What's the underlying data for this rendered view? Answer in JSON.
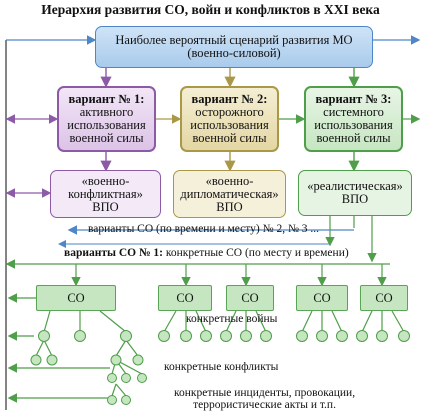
{
  "title": "Иерархия развития СО, войн и конфликтов в XXI века",
  "top": {
    "line1": "Наиболее вероятный сценарий развития МО",
    "line2": "(военно-силовой)"
  },
  "variants": [
    {
      "line1": "вариант № 1:",
      "line2": "активного",
      "line3": "использования",
      "line4": "военной силы"
    },
    {
      "line1": "вариант № 2:",
      "line2": "осторожного",
      "line3": "использования",
      "line4": "военной силы"
    },
    {
      "line1": "вариант № 3:",
      "line2": "системного",
      "line3": "использования",
      "line4": "военной силы"
    }
  ],
  "types": [
    {
      "line1": "«военно-",
      "line2": "конфликтная»",
      "line3": "ВПО"
    },
    {
      "line1": "«военно-",
      "line2": "дипломатическая»",
      "line3": "ВПО"
    },
    {
      "line1": "«реалистическая»",
      "line2": "ВПО"
    }
  ],
  "variants_other": "варианты СО (по времени и месту) № 2, № 3 ...",
  "variant1_bold": "варианты СО № 1:",
  "variant1_rest": " конкретные СО (по  месту и времени)",
  "co_label": "СО",
  "wars_label": "конкретные войны",
  "conflicts_label": "конкретные конфликты",
  "incidents_line1": "конкретные инциденты, провокации,",
  "incidents_line2": "террористические акты и т.п.",
  "colors": {
    "blue": "#4e86c6",
    "purple": "#8c5aa6",
    "olive": "#a99848",
    "green": "#4f9e4a"
  }
}
